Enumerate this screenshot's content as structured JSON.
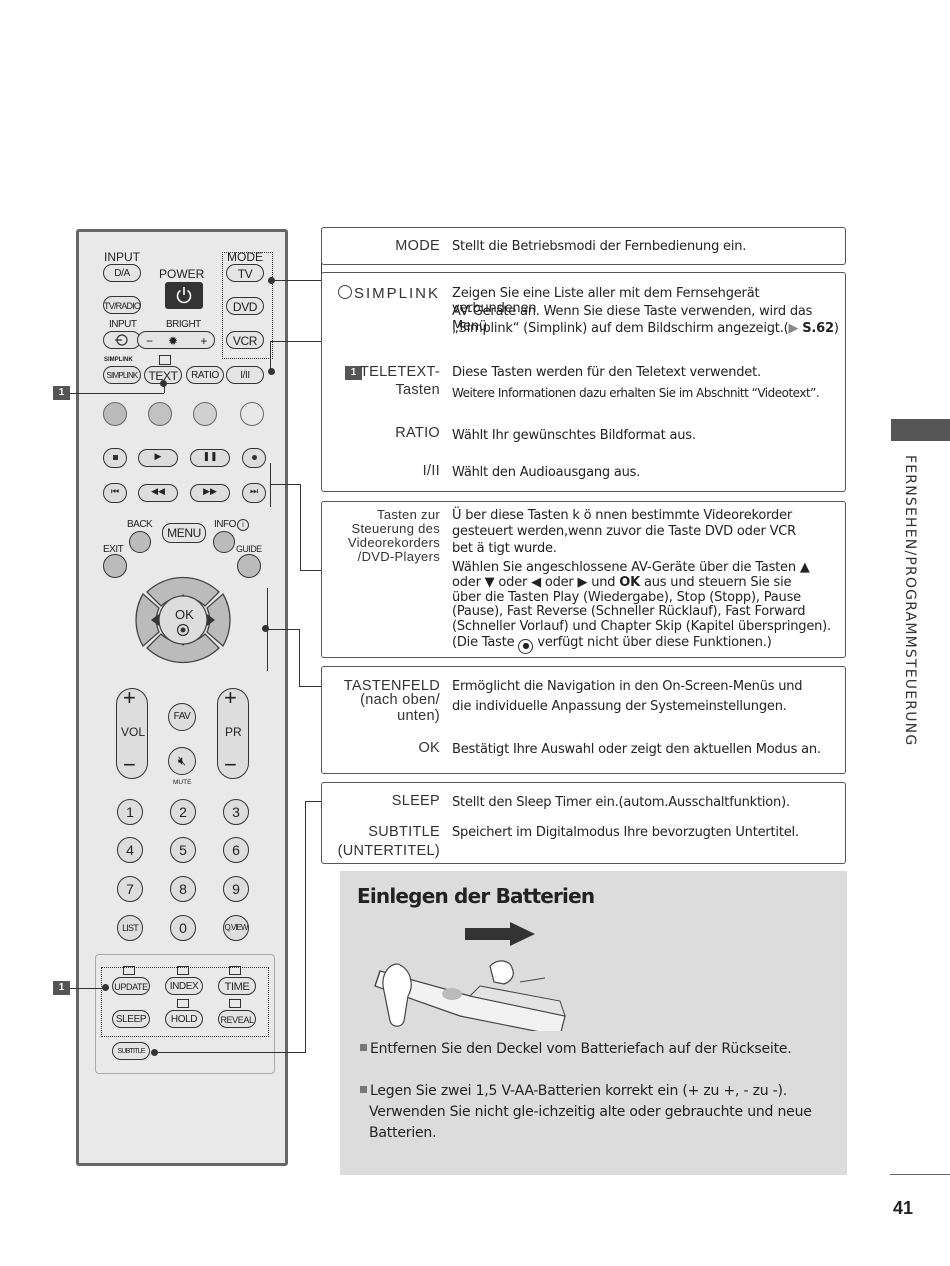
{
  "remote": {
    "input": "INPUT",
    "da": "D/A",
    "power": "POWER",
    "mode": "MODE",
    "tv": "TV",
    "tvradio": "TV/RADIO",
    "dvd": "DVD",
    "input2": "INPUT",
    "bright": "BRIGHT",
    "minus": "−",
    "plus": "+",
    "vcr": "VCR",
    "simplink_logo": "SIMPLINK",
    "simplink": "SIMPLINK",
    "text": "TEXT",
    "ratio": "RATIO",
    "i_ii": "I/II",
    "back": "BACK",
    "menu": "MENU",
    "info": "INFO",
    "exit": "EXIT",
    "guide": "GUIDE",
    "ok": "OK",
    "vol": "VOL",
    "fav": "FAV",
    "pr": "PR",
    "mute": "MUTE",
    "vol_plus": "+",
    "vol_minus": "−",
    "pr_plus": "+",
    "pr_minus": "−",
    "numbers": [
      "1",
      "2",
      "3",
      "4",
      "5",
      "6",
      "7",
      "8",
      "9"
    ],
    "list": "LIST",
    "zero": "0",
    "qview": "Q.VIEW",
    "update": "UPDATE",
    "index": "INDEX",
    "time": "TIME",
    "sleep": "SLEEP",
    "hold": "HOLD",
    "reveal": "REVEAL",
    "subtitle": "SUBTITLE",
    "colors": {
      "body": "#e9e9e9",
      "frame": "#666666",
      "power": "#333333"
    }
  },
  "badges": {
    "teletext_top": "1",
    "teletext_bottom": "1"
  },
  "callouts": {
    "mode_key": "MODE",
    "mode_desc": "Stellt die Betriebsmodi der Fernbedienung ein.",
    "simplink_logo": "SIMPLINK",
    "simplink_desc_1": "Zeigen Sie eine Liste aller mit dem Fernsehgerät verbundenen",
    "simplink_desc_2": "AV-Geräte an. Wenn Sie diese Taste verwenden, wird das Menü",
    "simplink_desc_3": "„Simplink“ (Simplink) auf dem Bildschirm angezeigt.(",
    "simplink_ref": "S.62",
    "simplink_close": ")",
    "teletext_badge": "1",
    "teletext_key_1": "TELETEXT-",
    "teletext_key_2": "Tasten",
    "teletext_desc_1": "Diese Tasten werden für den Teletext verwendet.",
    "teletext_desc_2": "Weitere Informationen dazu erhalten Sie im Abschnitt “Videotext”.",
    "ratio_key": "RATIO",
    "ratio_desc": "Wählt Ihr gewünschtes Bildformat aus.",
    "iii_key": "I/II",
    "iii_desc": "Wählt den Audioausgang aus.",
    "video_key_1": "Tasten zur",
    "video_key_2": "Steuerung des",
    "video_key_3": "Videorekorders",
    "video_key_4": "/DVD-Players",
    "video_desc_1": "Ü ber diese Tasten k ö nnen bestimmte Videorekorder",
    "video_desc_2": "gesteuert werden,wenn zuvor die Taste DVD oder VCR",
    "video_desc_3": "bet ä tigt wurde.",
    "video_desc_4": "Wählen Sie angeschlossene AV-Geräte über die Tasten ▲",
    "video_desc_5a": "oder ▼ oder ◀ oder ▶ und ",
    "video_desc_5b": "OK",
    "video_desc_5c": " aus und steuern Sie sie",
    "video_desc_6": "über die Tasten Play (Wiedergabe), Stop (Stopp), Pause",
    "video_desc_7": "(Pause), Fast Reverse (Schneller Rücklauf), Fast Forward",
    "video_desc_8": "(Schneller Vorlauf) und Chapter Skip (Kapitel überspringen).",
    "video_desc_9a": "(Die Taste ",
    "video_desc_9b": " verfügt nicht über diese Funktionen.)",
    "tastenfeld_key_1": "TASTENFELD",
    "tastenfeld_key_2": "(nach oben/",
    "tastenfeld_key_3": "unten)",
    "tastenfeld_desc_1": "Ermöglicht die Navigation in den On-Screen-Menüs und",
    "tastenfeld_desc_2": "die individuelle Anpassung der Systemeinstellungen.",
    "ok_key": "OK",
    "ok_desc": "Bestätigt Ihre Auswahl oder zeigt den aktuellen Modus an.",
    "sleep_key": "SLEEP",
    "sleep_desc": "Stellt den Sleep Timer ein.(autom.Ausschaltfunktion).",
    "subtitle_key_1": "SUBTITLE",
    "subtitle_key_2": "(UNTERTITEL)",
    "subtitle_desc": "Speichert im Digitalmodus Ihre bevorzugten Untertitel."
  },
  "battery": {
    "title": "Einlegen der Batterien",
    "bullet_1": "Entfernen Sie den Deckel vom Batteriefach auf der Rückseite.",
    "bullet_2_1": "Legen Sie zwei 1,5 V-AA-Batterien korrekt ein (+ zu +, - zu -).",
    "bullet_2_2": "Verwenden Sie nicht gle-ichzeitig alte oder gebrauchte und neue",
    "bullet_2_3": "Batterien."
  },
  "sidebar": {
    "section": "FERNSEHEN/PROGRAMMSTEUERUNG"
  },
  "page": {
    "number": "41"
  }
}
